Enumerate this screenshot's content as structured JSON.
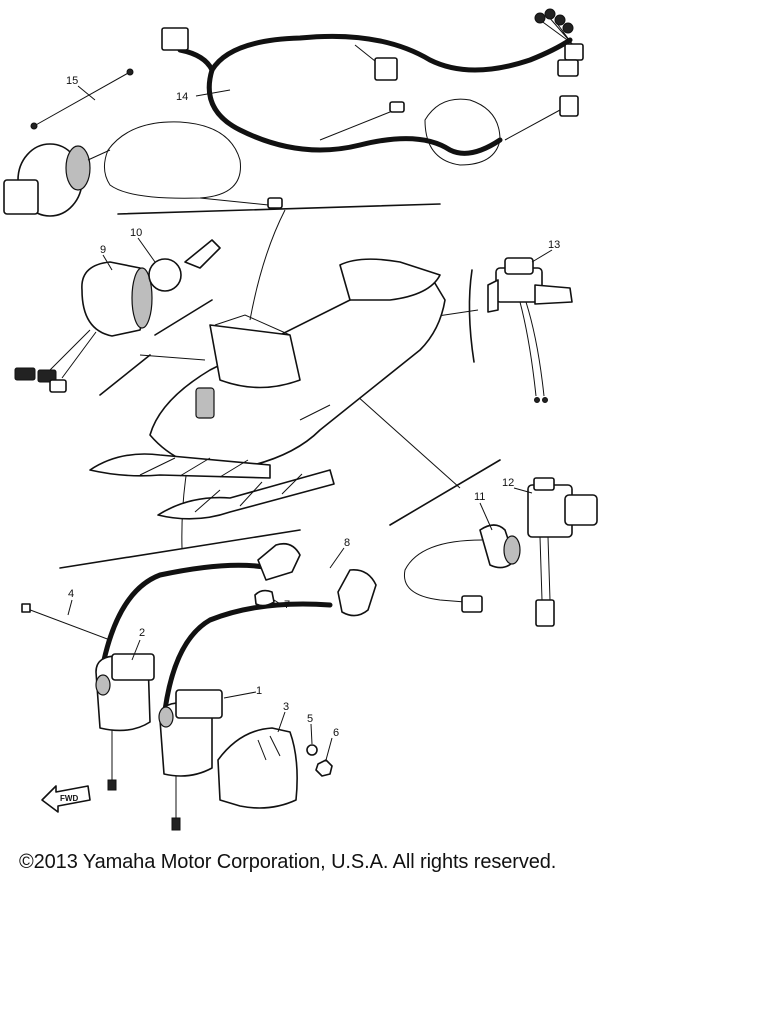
{
  "copyright": "©2013 Yamaha Motor Corporation, U.S.A. All rights reserved.",
  "callouts": {
    "c1": "1",
    "c2": "2",
    "c3": "3",
    "c4": "4",
    "c5": "5",
    "c6": "6",
    "c7": "7",
    "c8": "8",
    "c9": "9",
    "c10": "10",
    "c11": "11",
    "c12": "12",
    "c13": "13",
    "c14": "14",
    "c15": "15"
  },
  "fwd_arrow_label": "FWD"
}
